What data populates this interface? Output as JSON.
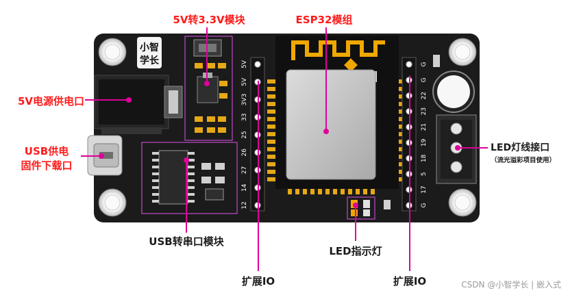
{
  "board": {
    "logo_line1": "小智",
    "logo_line2": "学长",
    "left_header_pins": [
      "5V",
      "5V",
      "3V3",
      "33",
      "25",
      "26",
      "27",
      "14",
      "12"
    ],
    "right_header_pins": [
      "G",
      "G",
      "22",
      "23",
      "21",
      "19",
      "18",
      "5",
      "17",
      "G"
    ]
  },
  "labels": {
    "mod_5v_33v": "5V转3.3V模块",
    "esp32": "ESP32模组",
    "power_jack": "5V电源供电口",
    "usb_line1": "USB供电",
    "usb_line2": "固件下载口",
    "usb_serial": "USB转串口模块",
    "led_indicator": "LED指示灯",
    "expand_io_left": "扩展IO",
    "expand_io_right": "扩展IO",
    "led_connector": "LED灯线接口",
    "led_connector_note": "（流光溢彩项目使用）"
  },
  "watermark": "CSDN @小智学长 | 嵌入式",
  "colors": {
    "board": "#1b1b1b",
    "label_red": "#ff1a1a",
    "leader": "#e0009a",
    "module_box": "#c04cc8",
    "gold": "#e6a817",
    "esp_shield": "#c8c8c8",
    "antenna": "#f0a800"
  }
}
